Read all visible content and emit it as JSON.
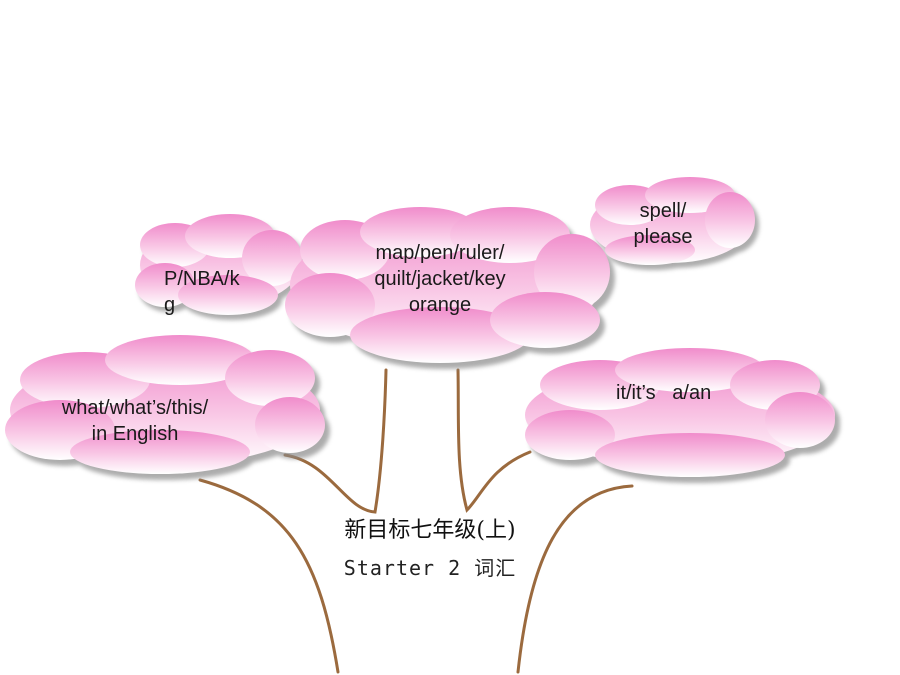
{
  "clouds": {
    "c1": {
      "line1": "P/NBA/k",
      "line2": "g"
    },
    "c2": {
      "line1": "map/pen/ruler/",
      "line2": "quilt/jacket/key",
      "line3": "orange"
    },
    "c3": {
      "line1": "spell/",
      "line2": "please"
    },
    "c4": {
      "line1": "what/what’s/this/",
      "line2": "in  English"
    },
    "c5": {
      "line1": "it/it’s   a/an"
    }
  },
  "title": "新目标七年级(上)",
  "subtitle": "Starter 2 词汇",
  "colors": {
    "cloud_top": "#f39ad0",
    "cloud_bottom": "#ffffff",
    "cloud_shadow": "#8a8a8a",
    "branch": "#9b6a3e"
  }
}
